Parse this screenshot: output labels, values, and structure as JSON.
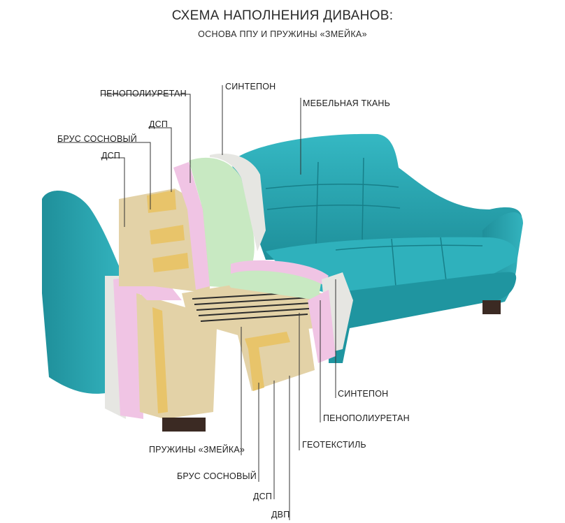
{
  "title": "СХЕМА НАПОЛНЕНИЯ ДИВАНОВ:",
  "subtitle": "ОСНОВА ППУ И ПРУЖИНЫ «ЗМЕЙКА»",
  "labels": {
    "ppu_top": "ПЕНОПОЛИУРЕТАН",
    "sintepon_top": "СИНТЕПОН",
    "fabric": "МЕБЕЛЬНАЯ ТКАНЬ",
    "dsp_top": "ДСП",
    "brus_top": "БРУС СОСНОВЫЙ",
    "dsp_left": "ДСП",
    "sintepon_right": "СИНТЕПОН",
    "ppu_right": "ПЕНОПОЛИУРЕТАН",
    "geotextile": "ГЕОТЕКСТИЛЬ",
    "springs": "ПРУЖИНЫ «ЗМЕЙКА»",
    "brus_bottom": "БРУС СОСНОВЫЙ",
    "dsp_bottom": "ДСП",
    "dvp": "ДВП"
  },
  "colors": {
    "fabric": "#2aa9b5",
    "fabric_dark": "#1c8b96",
    "foam_green": "#c8e9c2",
    "foam_pink": "#f0c4e4",
    "sintepon": "#e6e6e2",
    "chipboard": "#e3d2a7",
    "pine": "#e8c46a",
    "leader": "#333333"
  }
}
